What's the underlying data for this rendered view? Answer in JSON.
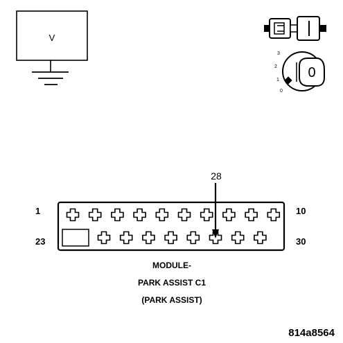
{
  "voltmeter": {
    "label": "V"
  },
  "ignition": {
    "positions": [
      "3",
      "2",
      "1",
      "0"
    ],
    "key_label": "0"
  },
  "connector": {
    "pin_callout": "28",
    "top_row_start": "1",
    "top_row_end": "10",
    "bottom_row_start": "23",
    "bottom_row_end": "30",
    "top_pins": 10,
    "bottom_pins": 8,
    "callout_pin_index": 5
  },
  "caption": {
    "line1": "MODULE-",
    "line2": "PARK ASSIST C1",
    "line3": "(PARK ASSIST)"
  },
  "figure_id": "814a8564",
  "colors": {
    "ink": "#000000",
    "background": "#ffffff"
  }
}
